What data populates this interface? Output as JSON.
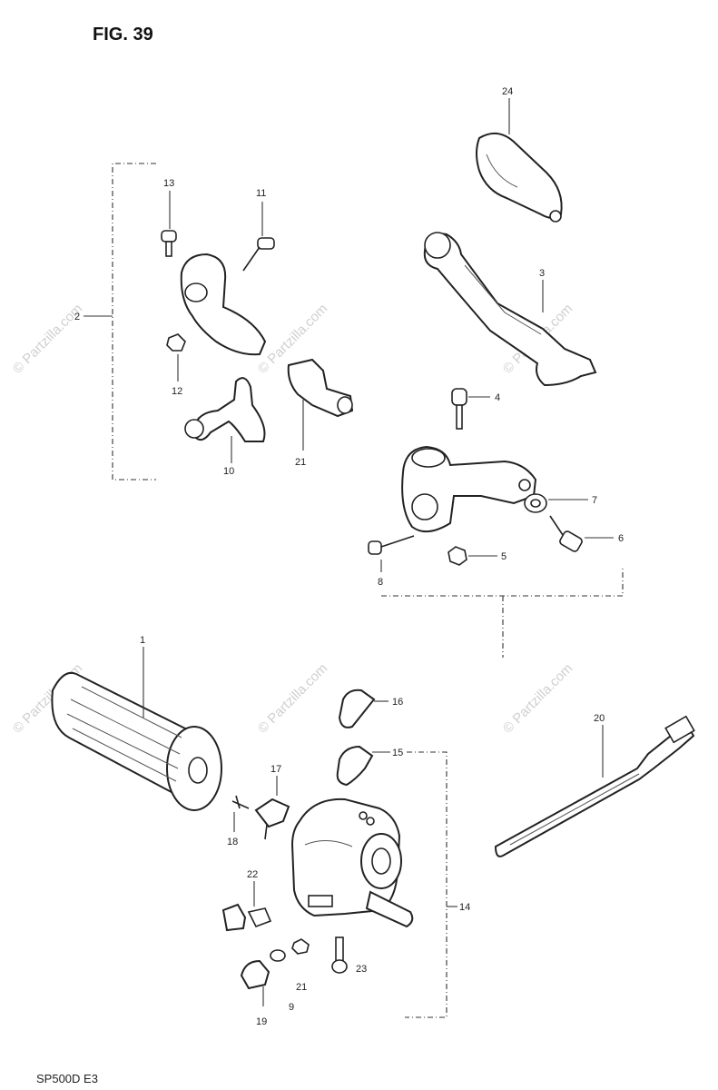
{
  "figure": {
    "title": "FIG. 39",
    "model_code": "SP500D E3"
  },
  "watermark": {
    "text": "© Partzilla.com"
  },
  "callouts": [
    {
      "id": "c24",
      "label": "24",
      "part": "lever-cover"
    },
    {
      "id": "c3",
      "label": "3",
      "part": "brake-lever"
    },
    {
      "id": "c4",
      "label": "4",
      "part": "lever-pivot-bolt"
    },
    {
      "id": "c7",
      "label": "7",
      "part": "washer"
    },
    {
      "id": "c6",
      "label": "6",
      "part": "mirror-bolt"
    },
    {
      "id": "c5",
      "label": "5",
      "part": "lever-nut"
    },
    {
      "id": "c8",
      "label": "8",
      "part": "bracket-bolt"
    },
    {
      "id": "c13",
      "label": "13",
      "part": "lever-holder-bolt"
    },
    {
      "id": "c11",
      "label": "11",
      "part": "cable-adjuster"
    },
    {
      "id": "c12",
      "label": "12",
      "part": "holder-nut"
    },
    {
      "id": "c10",
      "label": "10",
      "part": "clutch-lever"
    },
    {
      "id": "c21",
      "label": "21",
      "part": "switch-bracket"
    },
    {
      "id": "c1",
      "label": "1",
      "part": "handlebar-grip"
    },
    {
      "id": "c16",
      "label": "16",
      "part": "switch-knob"
    },
    {
      "id": "c15",
      "label": "15",
      "part": "switch-knob"
    },
    {
      "id": "c17",
      "label": "17",
      "part": "button-cap"
    },
    {
      "id": "c18",
      "label": "18",
      "part": "screw"
    },
    {
      "id": "c22",
      "label": "22",
      "part": "connector"
    },
    {
      "id": "c14",
      "label": "14",
      "part": "handlebar-switch"
    },
    {
      "id": "c23",
      "label": "23",
      "part": "switch-screw"
    },
    {
      "id": "c20",
      "label": "20",
      "part": "wiring-band"
    },
    {
      "id": "c19",
      "label": "19",
      "part": "switch-cap"
    },
    {
      "id": "c9",
      "label": "9",
      "part": "screw"
    },
    {
      "id": "c2",
      "label": "2",
      "part": "lever-holder"
    }
  ]
}
